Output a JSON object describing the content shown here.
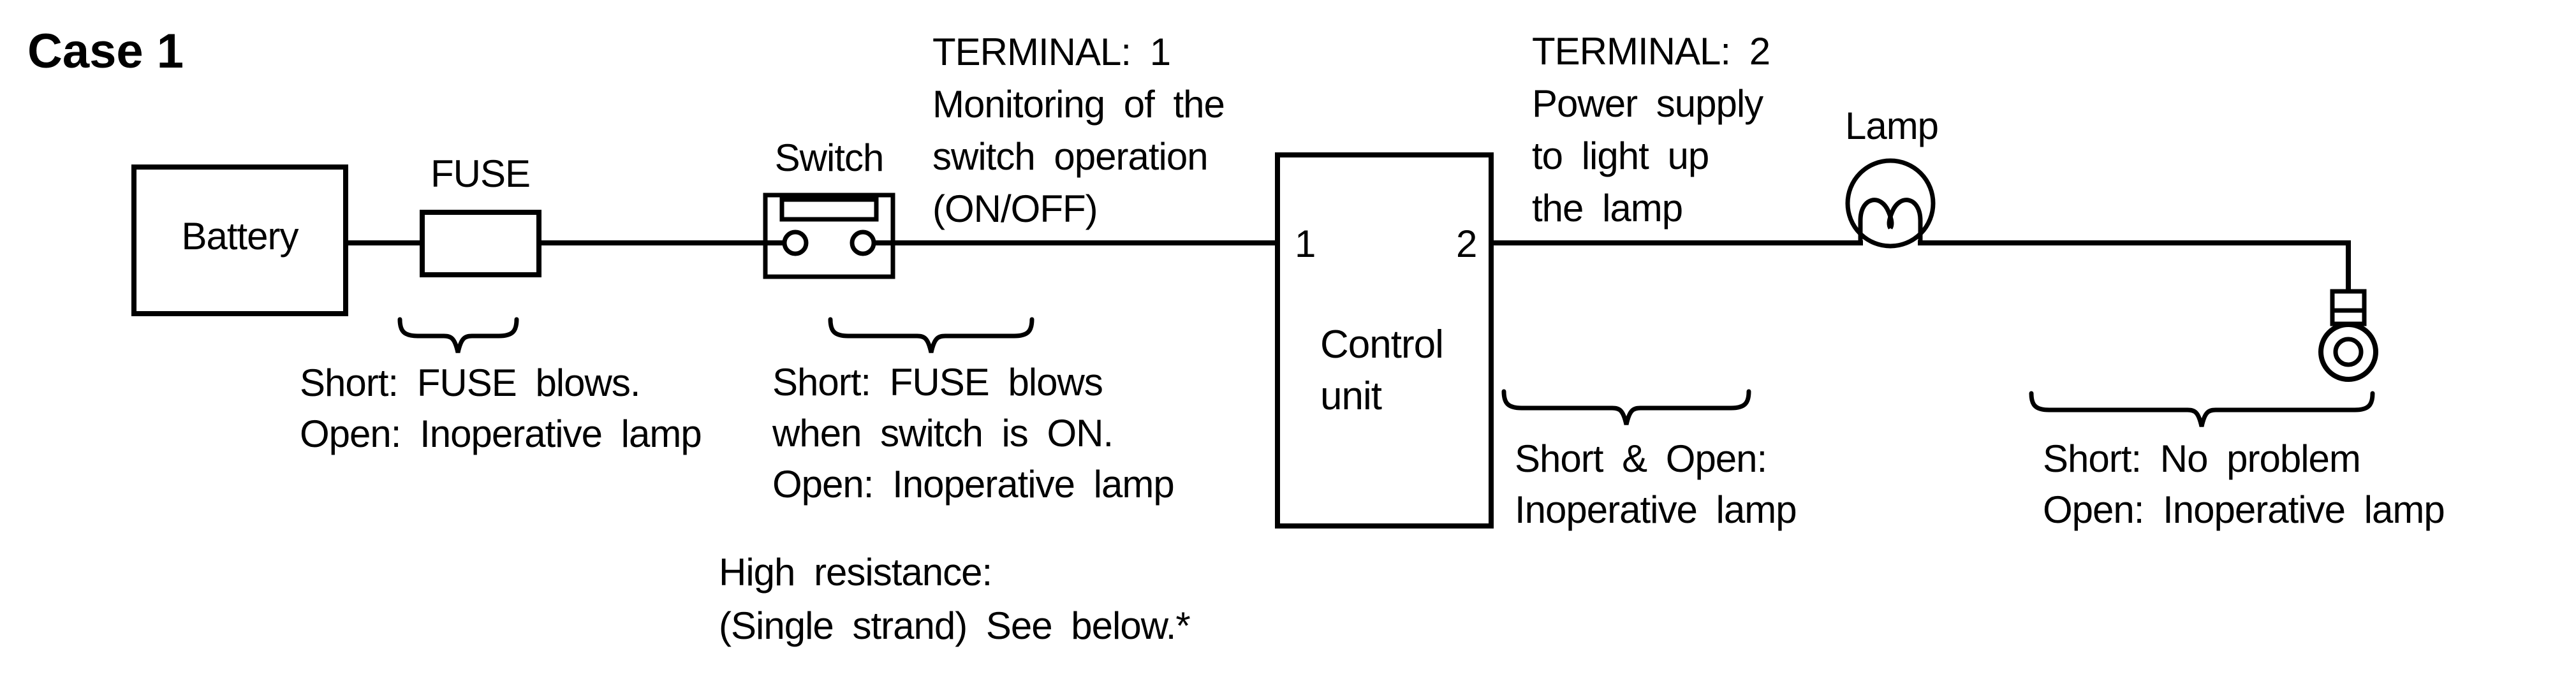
{
  "title": "Case 1",
  "diagram": {
    "colors": {
      "line": "#000000",
      "background": "#ffffff"
    },
    "components": {
      "battery": {
        "label": "Battery"
      },
      "fuse": {
        "label": "FUSE"
      },
      "switch": {
        "label": "Switch"
      },
      "control_unit": {
        "label_line1": "Control",
        "label_line2": "unit",
        "terminal_1": "1",
        "terminal_2": "2"
      },
      "lamp": {
        "label": "Lamp"
      }
    },
    "annotations": {
      "terminal1_note": {
        "lines": [
          "TERMINAL: 1",
          "Monitoring of the",
          "switch operation",
          "(ON/OFF)"
        ]
      },
      "terminal2_note": {
        "lines": [
          "TERMINAL: 2",
          "Power supply",
          "to light up",
          "the lamp"
        ]
      },
      "battery_fuse_note": {
        "lines": [
          "Short: FUSE blows.",
          "Open: Inoperative lamp"
        ]
      },
      "switch_note": {
        "lines": [
          "Short: FUSE blows",
          "when switch is ON.",
          "Open: Inoperative lamp"
        ]
      },
      "high_resistance_note": {
        "lines": [
          "High resistance:",
          "(Single strand) See below.*"
        ]
      },
      "terminal2_wire_note": {
        "lines": [
          "Short & Open:",
          "Inoperative lamp"
        ]
      },
      "lamp_ground_note": {
        "lines": [
          "Short: No problem",
          "Open: Inoperative lamp"
        ]
      }
    }
  }
}
